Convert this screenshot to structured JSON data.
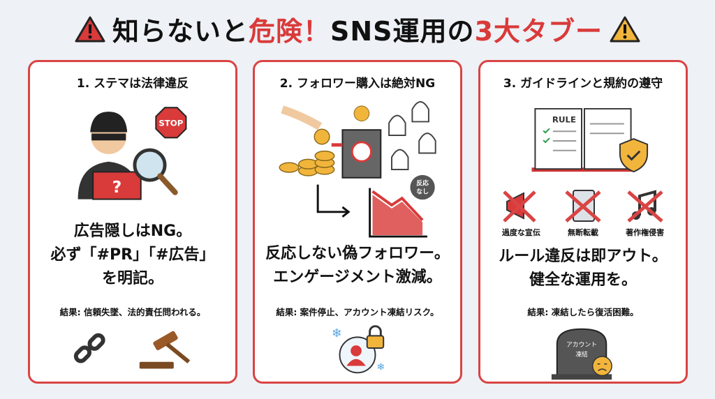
{
  "header": {
    "title_part1": "知らないと",
    "title_part2": "危険！",
    "title_part3": "SNS運用の",
    "title_part4": "3大タブー",
    "left_icon": "warning-red-icon",
    "right_icon": "warning-yellow-icon"
  },
  "cards": [
    {
      "title": "1. ステマは法律違反",
      "stop_sign": "STOP",
      "box_mark": "?",
      "main_lines": [
        "広告隠しはNG。",
        "必ず「#PR」「#広告」",
        "を明記。"
      ],
      "result": "結果: 信頼失墜、法的責任問われる。"
    },
    {
      "title": "2. フォロワー購入は絶対NG",
      "badge_line1": "反応",
      "badge_line2": "なし",
      "main_lines": [
        "反応しない偽フォロワー。",
        "エンゲージメント激減。"
      ],
      "result": "結果: 案件停止、アカウント凍結リスク。"
    },
    {
      "title": "3. ガイドラインと規約の遵守",
      "book_label": "RULE",
      "taboos": [
        "過度な宣伝",
        "無断転載",
        "著作権侵害"
      ],
      "main_lines": [
        "ルール違反は即アウト。",
        "健全な運用を。"
      ],
      "result": "結果: 凍結したら復活困難。",
      "tomb_line1": "アカウント",
      "tomb_line2": "凍結"
    }
  ],
  "colors": {
    "accent": "#d94444",
    "background": "#eef1f5",
    "warning_yellow": "#f2b53c"
  }
}
